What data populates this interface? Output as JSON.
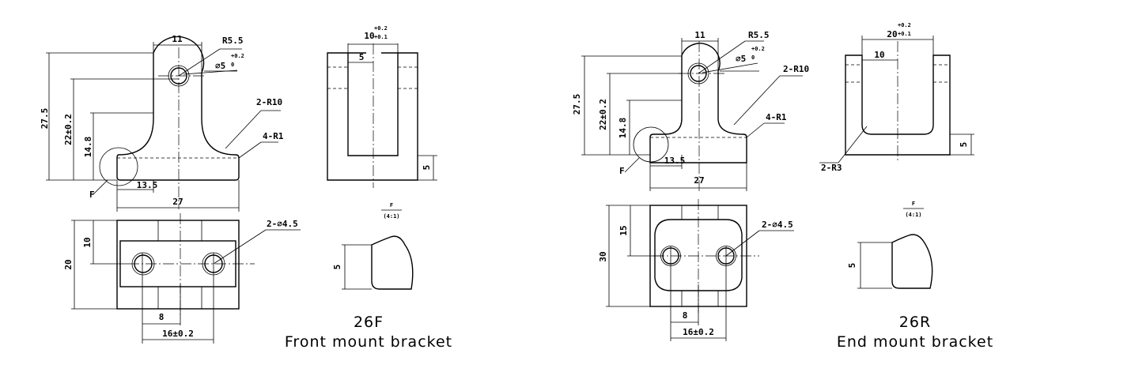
{
  "left": {
    "code": "26F",
    "name": "Front mount bracket",
    "dims": {
      "w11": "11",
      "r55": "R5.5",
      "hole": "∅5",
      "hole_tol_up": "+0.2",
      "hole_tol_lo": "0",
      "h275": "27.5",
      "h22": "22±0.2",
      "h148": "14.8",
      "r10": "2-R10",
      "r1": "4-R1",
      "f": "F",
      "w135": "13.5",
      "w27": "27",
      "side_w": "10",
      "side_tol_up": "+0.2",
      "side_tol_lo": "+0.1",
      "side_5": "5",
      "side_h5": "5",
      "bot_10": "10",
      "bot_20": "20",
      "bot_holes": "2-∅4.5",
      "bot_8": "8",
      "bot_16": "16±0.2",
      "detail_label": "F",
      "detail_scale": "(4:1)",
      "detail_5": "5"
    }
  },
  "right": {
    "code": "26R",
    "name": "End mount bracket",
    "dims": {
      "w11": "11",
      "r55": "R5.5",
      "hole": "∅5",
      "hole_tol_up": "+0.2",
      "hole_tol_lo": "0",
      "h275": "27.5",
      "h22": "22±0.2",
      "h148": "14.8",
      "r10": "2-R10",
      "r1": "4-R1",
      "f": "F",
      "w135": "13.5",
      "w27": "27",
      "side_w": "20",
      "side_tol_up": "+0.2",
      "side_tol_lo": "+0.1",
      "side_10": "10",
      "side_h5": "5",
      "side_r3": "2-R3",
      "bot_15": "15",
      "bot_30": "30",
      "bot_holes": "2-∅4.5",
      "bot_8": "8",
      "bot_16": "16±0.2",
      "detail_label": "F",
      "detail_scale": "(4:1)",
      "detail_5": "5"
    }
  }
}
